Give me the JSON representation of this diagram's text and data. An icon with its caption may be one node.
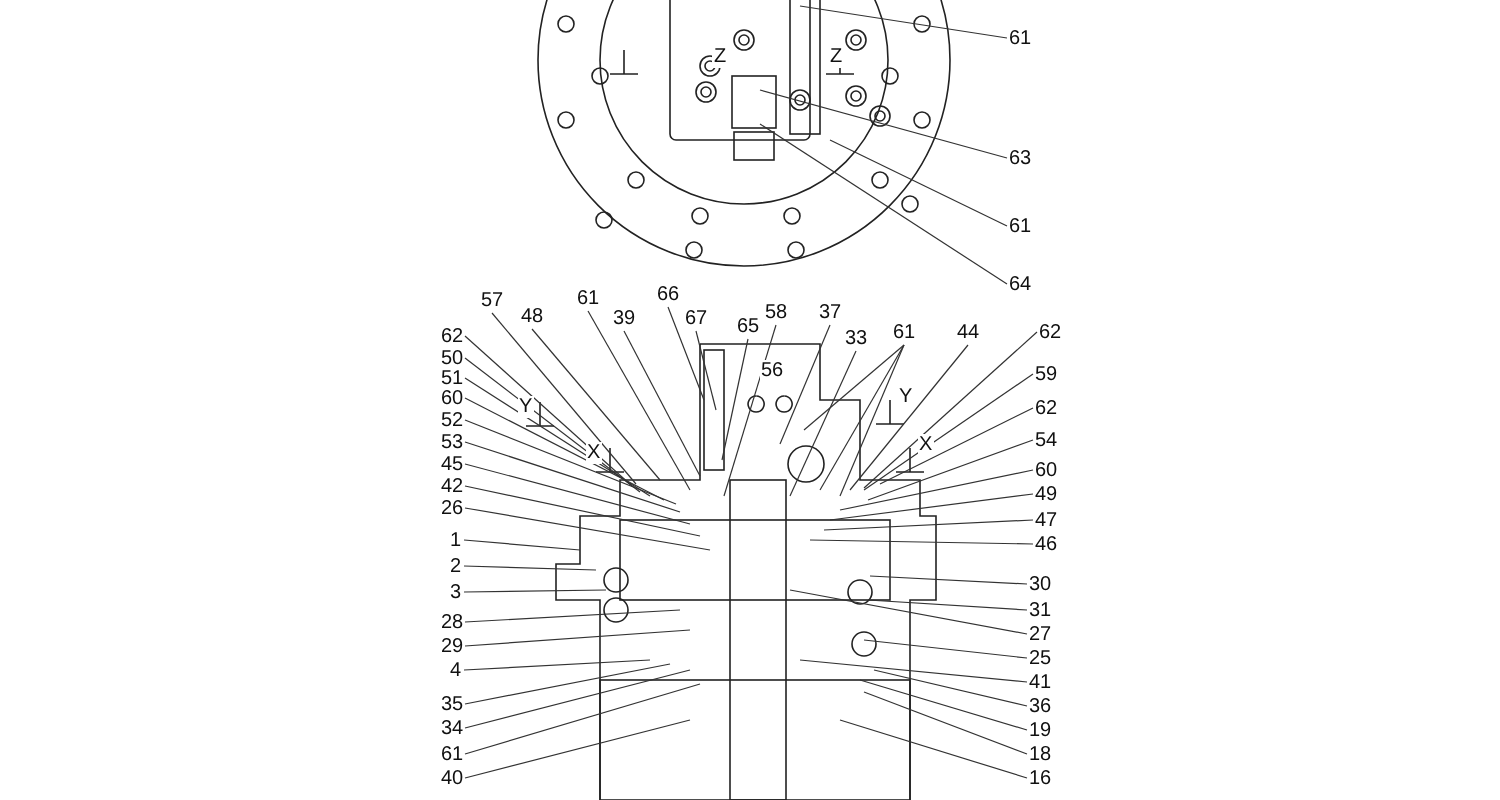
{
  "diagram": {
    "nodes": [
      {
        "text": [
          "61"
        ]
      },
      {
        "text": [
          "63"
        ]
      },
      {
        "text": [
          "61"
        ]
      },
      {
        "text": [
          "64"
        ]
      },
      {
        "text": [
          "57"
        ]
      },
      {
        "text": [
          "48"
        ]
      },
      {
        "text": [
          "61"
        ]
      },
      {
        "text": [
          "39"
        ]
      },
      {
        "text": [
          "66"
        ]
      },
      {
        "text": [
          "67"
        ]
      },
      {
        "text": [
          "65"
        ]
      },
      {
        "text": [
          "58"
        ]
      },
      {
        "text": [
          "37"
        ]
      },
      {
        "text": [
          "33"
        ]
      },
      {
        "text": [
          "61"
        ]
      },
      {
        "text": [
          "44"
        ]
      },
      {
        "text": [
          "62"
        ]
      },
      {
        "text": [
          "62"
        ]
      },
      {
        "text": [
          "50"
        ]
      },
      {
        "text": [
          "51"
        ]
      },
      {
        "text": [
          "60"
        ]
      },
      {
        "text": [
          "52"
        ]
      },
      {
        "text": [
          "53"
        ]
      },
      {
        "text": [
          "45"
        ]
      },
      {
        "text": [
          "42"
        ]
      },
      {
        "text": [
          "26"
        ]
      },
      {
        "text": [
          "1"
        ]
      },
      {
        "text": [
          "2"
        ]
      },
      {
        "text": [
          "3"
        ]
      },
      {
        "text": [
          "28"
        ]
      },
      {
        "text": [
          "29"
        ]
      },
      {
        "text": [
          "4"
        ]
      },
      {
        "text": [
          "35"
        ]
      },
      {
        "text": [
          "34"
        ]
      },
      {
        "text": [
          "61"
        ]
      },
      {
        "text": [
          "40"
        ]
      },
      {
        "text": [
          "59"
        ]
      },
      {
        "text": [
          "62"
        ]
      },
      {
        "text": [
          "54"
        ]
      },
      {
        "text": [
          "60"
        ]
      },
      {
        "text": [
          "49"
        ]
      },
      {
        "text": [
          "47"
        ]
      },
      {
        "text": [
          "46"
        ]
      },
      {
        "text": [
          "30"
        ]
      },
      {
        "text": [
          "31"
        ]
      },
      {
        "text": [
          "27"
        ]
      },
      {
        "text": [
          "25"
        ]
      },
      {
        "text": [
          "41"
        ]
      },
      {
        "text": [
          "36"
        ]
      },
      {
        "text": [
          "19"
        ]
      },
      {
        "text": [
          "18"
        ]
      },
      {
        "text": [
          "16"
        ]
      }
    ],
    "edges": [
      {
        "from": 0,
        "to": null,
        "arrow": "none"
      },
      {
        "from": 1,
        "to": null,
        "arrow": "none"
      },
      {
        "from": 2,
        "to": null,
        "arrow": "none"
      },
      {
        "from": 3,
        "to": null,
        "arrow": "none"
      },
      {
        "from": 4,
        "to": null,
        "arrow": "none"
      },
      {
        "from": 5,
        "to": null,
        "arrow": "none"
      },
      {
        "from": 6,
        "to": null,
        "arrow": "none"
      },
      {
        "from": 7,
        "to": null,
        "arrow": "none"
      },
      {
        "from": 8,
        "to": null,
        "arrow": "none"
      },
      {
        "from": 9,
        "to": null,
        "arrow": "none"
      },
      {
        "from": 10,
        "to": null,
        "arrow": "none"
      },
      {
        "from": 11,
        "to": null,
        "arrow": "none"
      },
      {
        "from": 12,
        "to": null,
        "arrow": "none"
      },
      {
        "from": 13,
        "to": null,
        "arrow": "none"
      },
      {
        "from": 14,
        "to": null,
        "arrow": "none"
      },
      {
        "from": 14,
        "to": null,
        "arrow": "none"
      },
      {
        "from": 14,
        "to": null,
        "arrow": "none"
      },
      {
        "from": 15,
        "to": null,
        "arrow": "none"
      },
      {
        "from": 16,
        "to": null,
        "arrow": "none"
      },
      {
        "from": 17,
        "to": null,
        "arrow": "none"
      },
      {
        "from": 18,
        "to": null,
        "arrow": "none"
      },
      {
        "from": 19,
        "to": null,
        "arrow": "none"
      },
      {
        "from": 20,
        "to": null,
        "arrow": "none"
      },
      {
        "from": 21,
        "to": null,
        "arrow": "none"
      },
      {
        "from": 22,
        "to": null,
        "arrow": "none"
      },
      {
        "from": 23,
        "to": null,
        "arrow": "none"
      },
      {
        "from": 24,
        "to": null,
        "arrow": "none"
      },
      {
        "from": 25,
        "to": null,
        "arrow": "none"
      },
      {
        "from": 26,
        "to": null,
        "arrow": "none"
      },
      {
        "from": 27,
        "to": null,
        "arrow": "none"
      },
      {
        "from": 28,
        "to": null,
        "arrow": "none"
      },
      {
        "from": 29,
        "to": null,
        "arrow": "none"
      },
      {
        "from": 30,
        "to": null,
        "arrow": "none"
      },
      {
        "from": 31,
        "to": null,
        "arrow": "none"
      },
      {
        "from": 32,
        "to": null,
        "arrow": "none"
      },
      {
        "from": 33,
        "to": null,
        "arrow": "none"
      },
      {
        "from": 34,
        "to": null,
        "arrow": "none"
      },
      {
        "from": 35,
        "to": null,
        "arrow": "none"
      },
      {
        "from": 36,
        "to": null,
        "arrow": "none"
      },
      {
        "from": 37,
        "to": null,
        "arrow": "none"
      },
      {
        "from": 38,
        "to": null,
        "arrow": "none"
      },
      {
        "from": 39,
        "to": null,
        "arrow": "none"
      },
      {
        "from": 40,
        "to": null,
        "arrow": "none"
      },
      {
        "from": 41,
        "to": null,
        "arrow": "none"
      },
      {
        "from": 42,
        "to": null,
        "arrow": "none"
      },
      {
        "from": 43,
        "to": null,
        "arrow": "none"
      },
      {
        "from": 44,
        "to": null,
        "arrow": "none"
      },
      {
        "from": 45,
        "to": null,
        "arrow": "none"
      },
      {
        "from": 46,
        "to": null,
        "arrow": "none"
      },
      {
        "from": 47,
        "to": null,
        "arrow": "none"
      },
      {
        "from": 48,
        "to": null,
        "arrow": "none"
      },
      {
        "from": 49,
        "to": null,
        "arrow": "none"
      },
      {
        "from": 50,
        "to": null,
        "arrow": "none"
      },
      {
        "from": 51,
        "to": null,
        "arrow": "none"
      }
    ],
    "labels": [
      "Z",
      "Z",
      "56",
      "Y",
      "Y",
      "X",
      "X"
    ]
  }
}
